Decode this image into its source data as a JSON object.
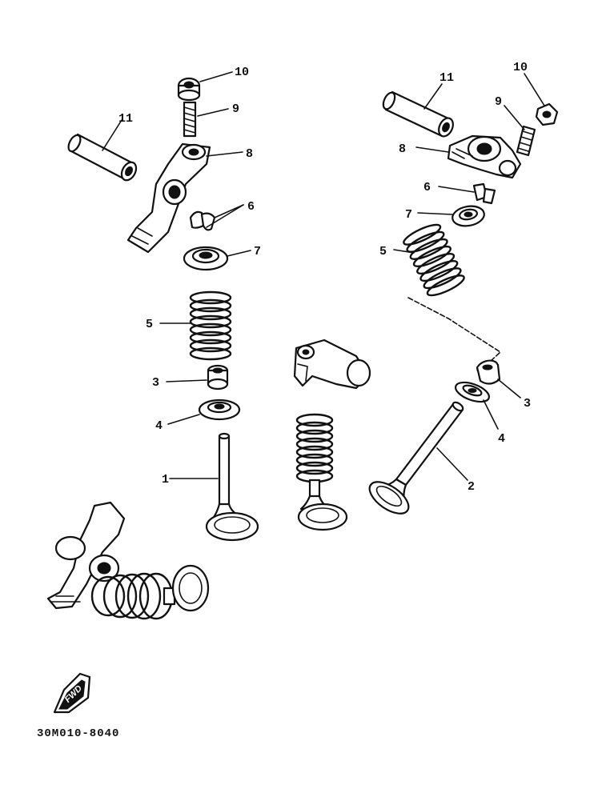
{
  "callouts": {
    "left_10": "10",
    "left_9": "9",
    "left_11": "11",
    "left_8": "8",
    "left_6": "6",
    "left_7": "7",
    "left_5": "5",
    "left_3": "3",
    "left_4": "4",
    "left_1": "1",
    "right_11": "11",
    "right_10": "10",
    "right_9": "9",
    "right_8": "8",
    "right_6": "6",
    "right_7": "7",
    "right_5": "5",
    "right_3": "3",
    "right_4": "4",
    "right_2": "2"
  },
  "front_marker": {
    "label": "FWD"
  },
  "diagram_code": "30M010-8040"
}
